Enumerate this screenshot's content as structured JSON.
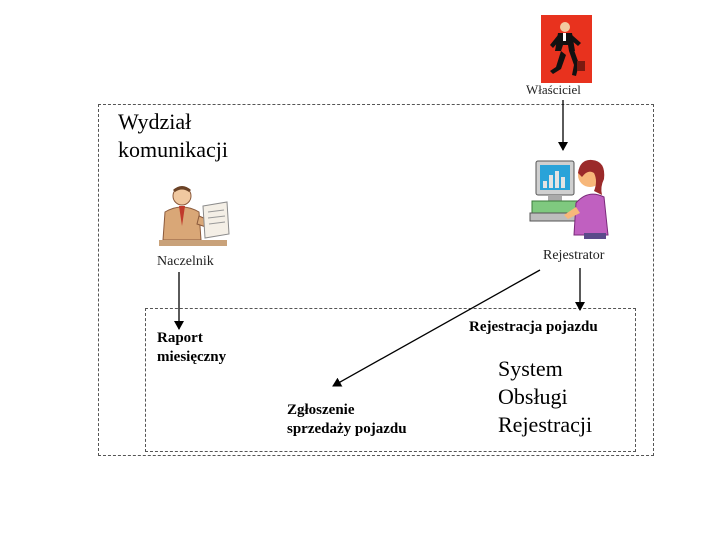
{
  "department": {
    "title_line1": "Wydział",
    "title_line2": "komunikacji"
  },
  "actors": {
    "owner": "Właściciel",
    "manager": "Naczelnik",
    "registrar": "Rejestrator"
  },
  "use_cases": {
    "report_line1": "Raport",
    "report_line2": "miesięczny",
    "registration": "Rejestracja pojazdu",
    "sale_line1": "Zgłoszenie",
    "sale_line2": "sprzedaży pojazdu"
  },
  "system": {
    "line1": "System",
    "line2": "Obsługi",
    "line3": "Rejestracji"
  }
}
